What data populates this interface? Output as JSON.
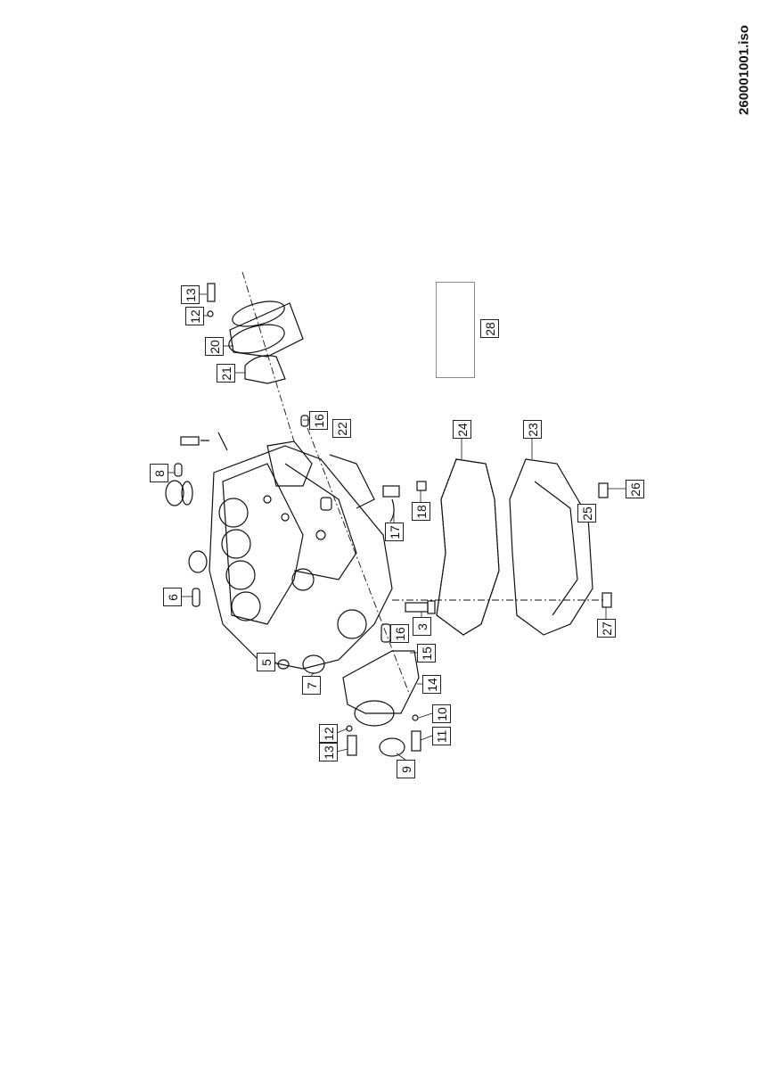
{
  "document_id": "260001001.iso",
  "callouts": [
    {
      "id": "c13a",
      "label": "13"
    },
    {
      "id": "c12a",
      "label": "12"
    },
    {
      "id": "c20",
      "label": "20"
    },
    {
      "id": "c21",
      "label": "21"
    },
    {
      "id": "c16a",
      "label": "16"
    },
    {
      "id": "c22",
      "label": "22"
    },
    {
      "id": "c8",
      "label": "8"
    },
    {
      "id": "c24",
      "label": "24"
    },
    {
      "id": "c23",
      "label": "23"
    },
    {
      "id": "c28",
      "label": "28"
    },
    {
      "id": "c18",
      "label": "18"
    },
    {
      "id": "c17",
      "label": "17"
    },
    {
      "id": "c26",
      "label": "26"
    },
    {
      "id": "c25",
      "label": "25"
    },
    {
      "id": "c6",
      "label": "6"
    },
    {
      "id": "c27",
      "label": "27"
    },
    {
      "id": "c3",
      "label": "3"
    },
    {
      "id": "c16b",
      "label": "16"
    },
    {
      "id": "c15",
      "label": "15"
    },
    {
      "id": "c5",
      "label": "5"
    },
    {
      "id": "c7",
      "label": "7"
    },
    {
      "id": "c14",
      "label": "14"
    },
    {
      "id": "c10",
      "label": "10"
    },
    {
      "id": "c12b",
      "label": "12"
    },
    {
      "id": "c11",
      "label": "11"
    },
    {
      "id": "c13b",
      "label": "13"
    },
    {
      "id": "c9",
      "label": "9"
    }
  ]
}
